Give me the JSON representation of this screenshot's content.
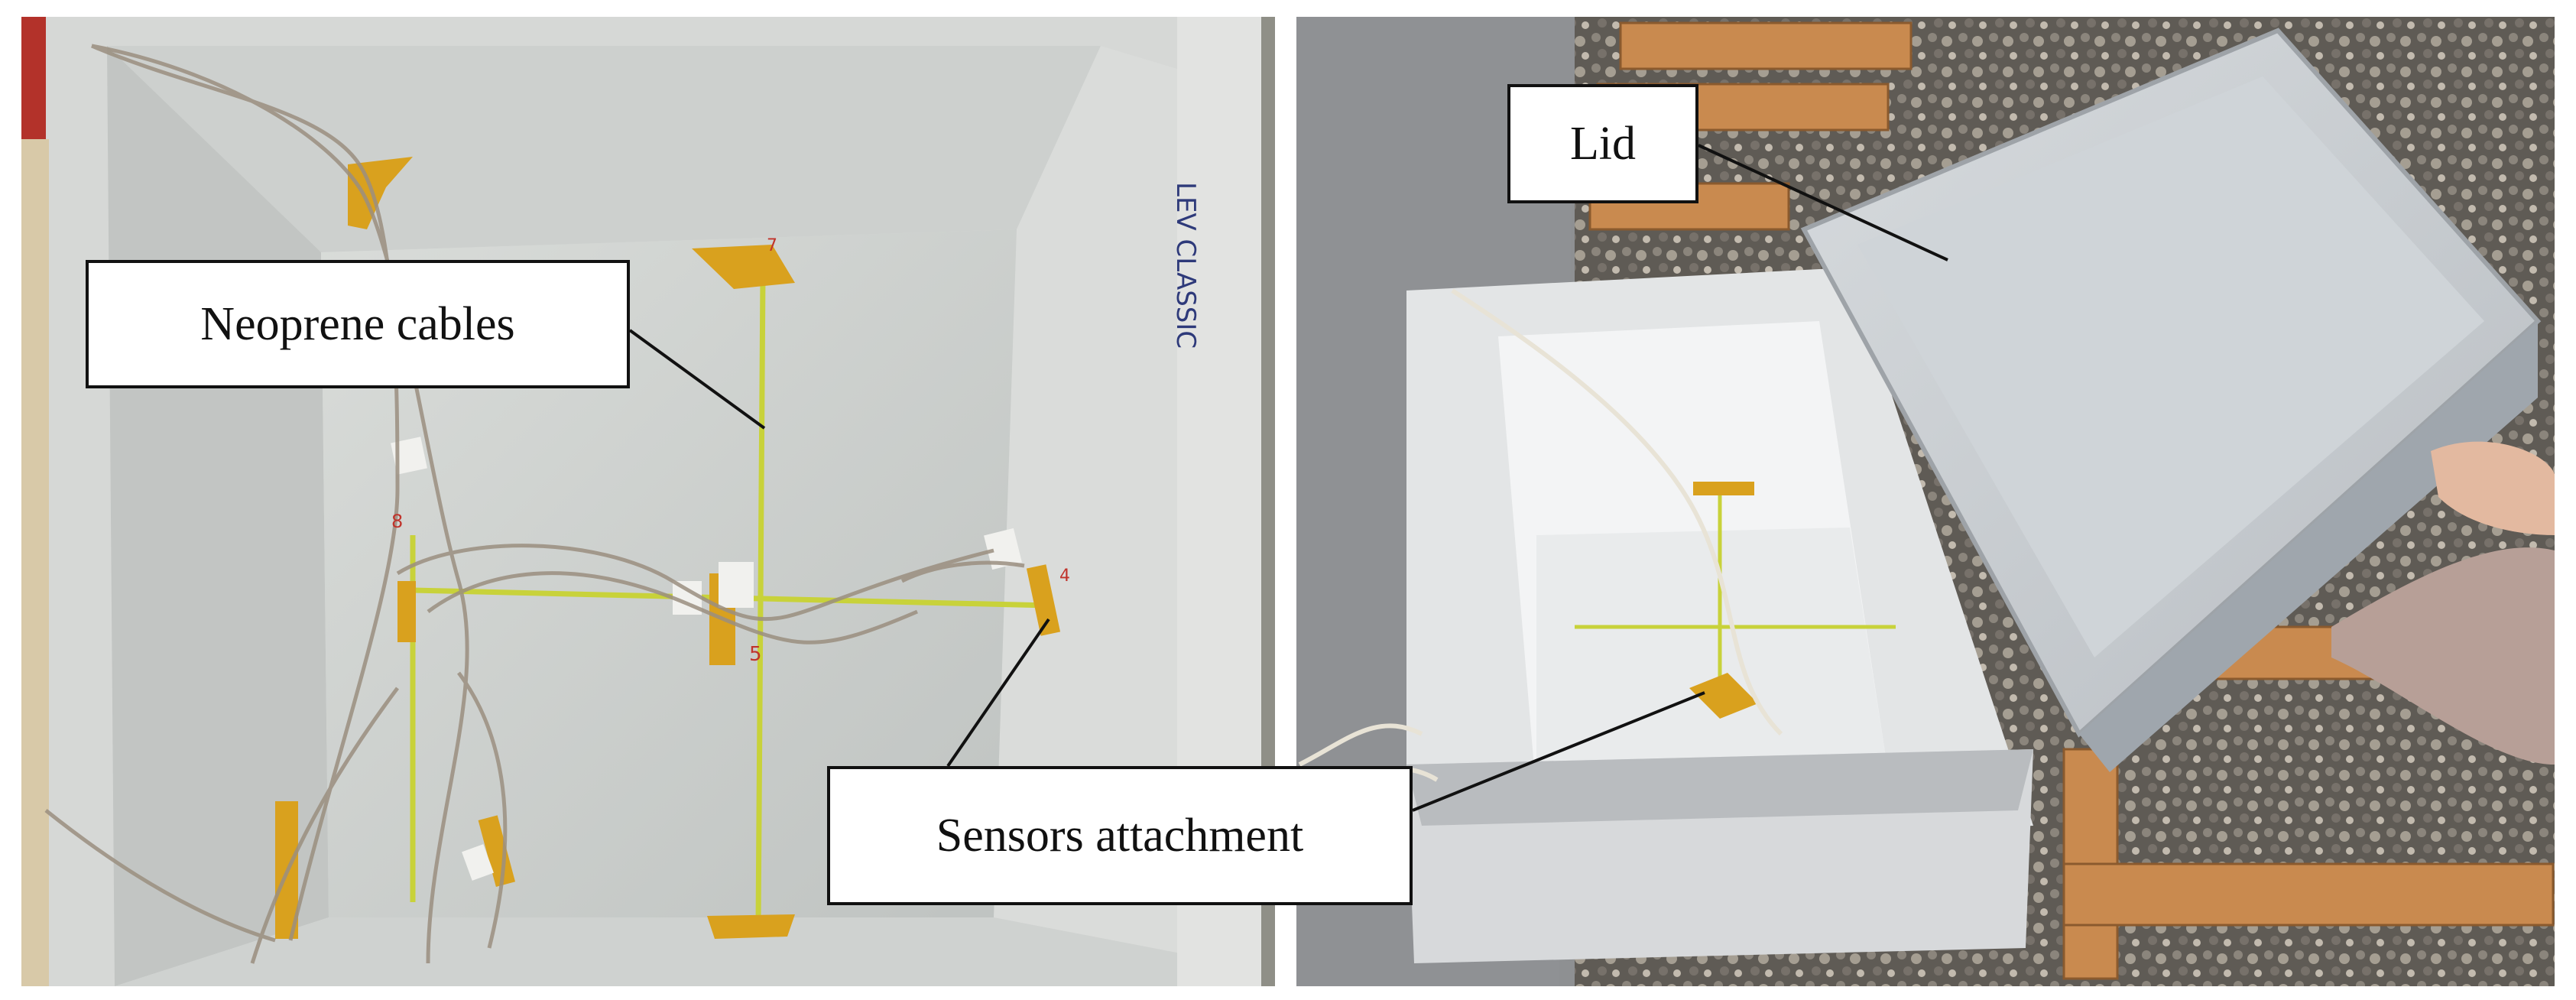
{
  "figure": {
    "labels": {
      "neoprene": "Neoprene cables",
      "lid": "Lid",
      "sensors": "Sensors attachment"
    },
    "marks": {
      "numbers": [
        "7",
        "8",
        "5",
        "4"
      ],
      "box_text": "LEV CLASSIC"
    },
    "colors": {
      "background": "#ffffff",
      "concrete": "#c9ccca",
      "tape": "#d9a11e",
      "cable": "#c8d23a",
      "wood": "#c98a4f",
      "gravel": "#6e6a64"
    }
  }
}
